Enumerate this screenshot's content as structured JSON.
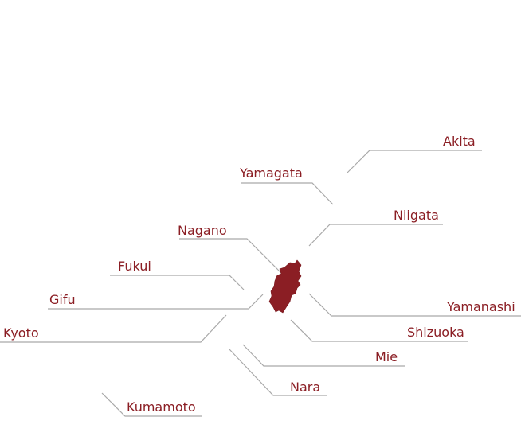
{
  "map": {
    "highlight_color": "#8b1e24",
    "line_color": "#a9a9a9",
    "highlighted_prefecture": "Nagano",
    "labels": {
      "akita": "Akita",
      "yamagata": "Yamagata",
      "niigata": "Niigata",
      "nagano": "Nagano",
      "fukui": "Fukui",
      "gifu": "Gifu",
      "kyoto": "Kyoto",
      "yamanashi": "Yamanashi",
      "shizuoka": "Shizuoka",
      "mie": "Mie",
      "nara": "Nara",
      "kumamoto": "Kumamoto"
    }
  }
}
